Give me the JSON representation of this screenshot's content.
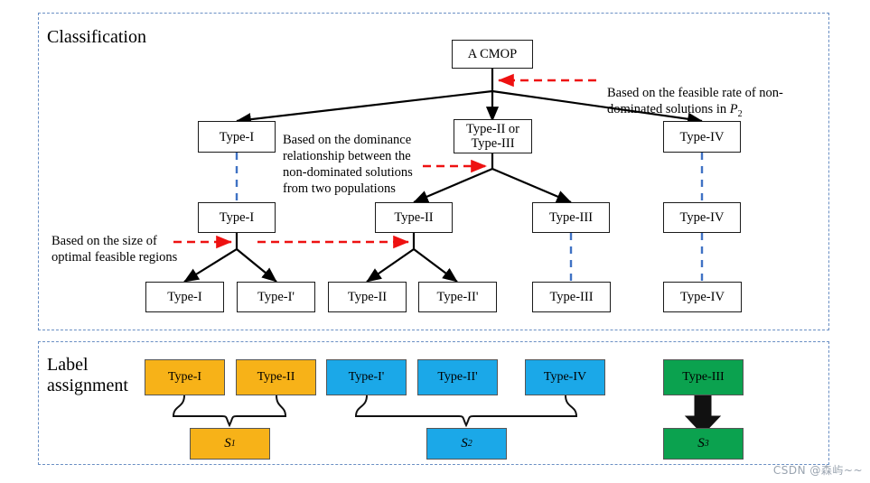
{
  "figure": {
    "watermark": "CSDN @森屿~~",
    "colors": {
      "orange": "#F7B218",
      "blue": "#1BA8E8",
      "green": "#0BA24F",
      "panel_border": "#6a8fc4",
      "node_border": "#1a1a1a",
      "red_arrow": "#ee1111",
      "blue_dashed": "#3f72c4"
    }
  },
  "panels": {
    "classification": {
      "title": "Classification"
    },
    "label_assignment": {
      "title": "Label\nassignment"
    }
  },
  "tree": {
    "root": {
      "label": "A CMOP"
    },
    "level2": [
      {
        "label": "Type-I"
      },
      {
        "label": "Type-II or\nType-III"
      },
      {
        "label": "Type-IV"
      }
    ],
    "level3": [
      {
        "label": "Type-I"
      },
      {
        "label": "Type-II"
      },
      {
        "label": "Type-III"
      },
      {
        "label": "Type-IV"
      }
    ],
    "level4": [
      {
        "label": "Type-I"
      },
      {
        "label": "Type-I'"
      },
      {
        "label": "Type-II"
      },
      {
        "label": "Type-II'"
      },
      {
        "label": "Type-III"
      },
      {
        "label": "Type-IV"
      }
    ]
  },
  "annotations": [
    {
      "id": "feasible-rate",
      "text": "Based on the feasible rate of  non-\ndominated solutions in ",
      "math": "P",
      "sub": "2"
    },
    {
      "id": "dominance-relationship",
      "text": "Based on the dominance\nrelationship between the\nnon-dominated solutions\nfrom two populations"
    },
    {
      "id": "optimal-feasible-regions",
      "text": "Based on the size of\noptimal feasible regions"
    }
  ],
  "labels": {
    "top_row": [
      {
        "label": "Type-I",
        "color": "orange"
      },
      {
        "label": "Type-II",
        "color": "orange"
      },
      {
        "label": "Type-I'",
        "color": "blue"
      },
      {
        "label": "Type-II'",
        "color": "blue"
      },
      {
        "label": "Type-IV",
        "color": "blue"
      },
      {
        "label": "Type-III",
        "color": "green"
      }
    ],
    "groups": [
      {
        "label": "S",
        "sub": "1",
        "color": "orange"
      },
      {
        "label": "S",
        "sub": "2",
        "color": "blue"
      },
      {
        "label": "S",
        "sub": "3",
        "color": "green"
      }
    ]
  }
}
